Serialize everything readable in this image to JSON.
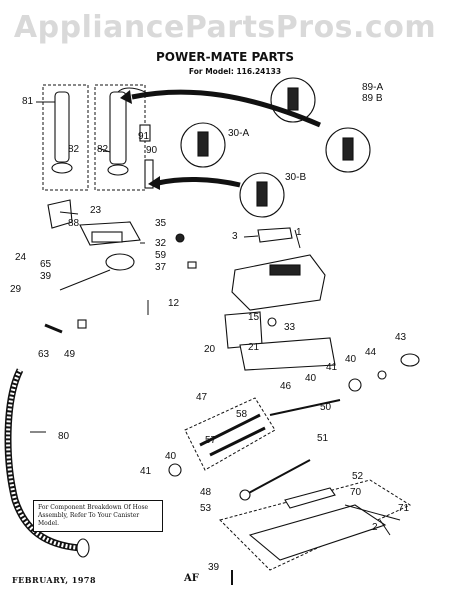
{
  "watermark": "AppliancePartsPros.com",
  "title": "POWER-MATE PARTS",
  "subtitle": "For Model: 116.24133",
  "note": "For Component Breakdown Of Hose Assembly, Refer To Your Canister Model.",
  "footer": {
    "date": "FEBRUARY, 1978",
    "code": "AF"
  },
  "labels": {
    "l81": "81",
    "l82a": "82",
    "l82b": "82",
    "l91": "91",
    "l90": "90",
    "l89a": "89-A",
    "l89b": "89 B",
    "l30a": "30-A",
    "l30b": "30-B",
    "l23": "23",
    "l88": "88",
    "l24": "24",
    "l35": "35",
    "l32": "32",
    "l65": "65",
    "l59": "59",
    "l39a": "39",
    "l37": "37",
    "l29": "29",
    "l12": "12",
    "l3": "3",
    "l1": "1",
    "l15": "15",
    "l33": "33",
    "l20": "20",
    "l21": "21",
    "l63": "63",
    "l49": "49",
    "l43": "43",
    "l41a": "41",
    "l40a": "40",
    "l44": "44",
    "l40b": "40",
    "l47": "47",
    "l46": "46",
    "l58": "58",
    "l50": "50",
    "l80": "80",
    "l51": "51",
    "l40c": "40",
    "l41b": "41",
    "l57": "57",
    "l48": "48",
    "l52": "52",
    "l70": "70",
    "l53": "53",
    "l71": "71",
    "l2": "2",
    "l39b": "39"
  }
}
